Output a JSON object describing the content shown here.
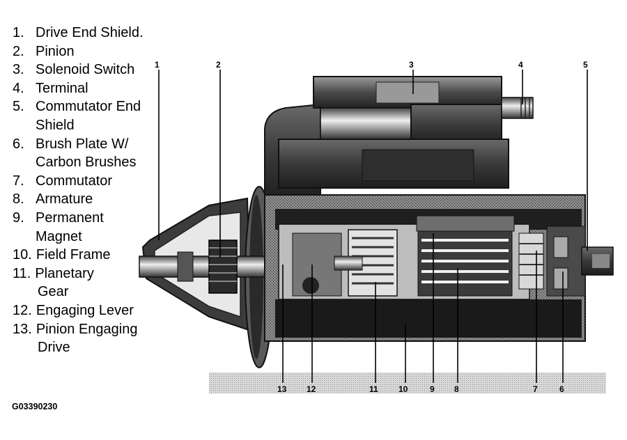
{
  "legend": [
    {
      "num": "1.",
      "lines": [
        "Drive End Shield."
      ]
    },
    {
      "num": "2.",
      "lines": [
        "Pinion"
      ]
    },
    {
      "num": "3.",
      "lines": [
        "Solenoid Switch"
      ]
    },
    {
      "num": "4.",
      "lines": [
        "Terminal"
      ]
    },
    {
      "num": "5.",
      "lines": [
        "Commutator End",
        "Shield"
      ]
    },
    {
      "num": "6.",
      "lines": [
        "Brush Plate W/",
        "Carbon Brushes"
      ]
    },
    {
      "num": "7.",
      "lines": [
        "Commutator"
      ]
    },
    {
      "num": "8.",
      "lines": [
        "Armature"
      ]
    },
    {
      "num": "9.",
      "lines": [
        "Permanent",
        "Magnet"
      ]
    },
    {
      "num": "10.",
      "lines": [
        "Field Frame"
      ]
    },
    {
      "num": "11.",
      "lines": [
        "Planetary",
        "Gear"
      ]
    },
    {
      "num": "12.",
      "lines": [
        "Engaging Lever"
      ]
    },
    {
      "num": "13.",
      "lines": [
        "Pinion Engaging",
        "Drive"
      ]
    }
  ],
  "callouts": [
    "1",
    "2",
    "3",
    "4",
    "5",
    "6",
    "7",
    "8",
    "9",
    "10",
    "11",
    "12",
    "13"
  ],
  "figure_id": "G03390230"
}
